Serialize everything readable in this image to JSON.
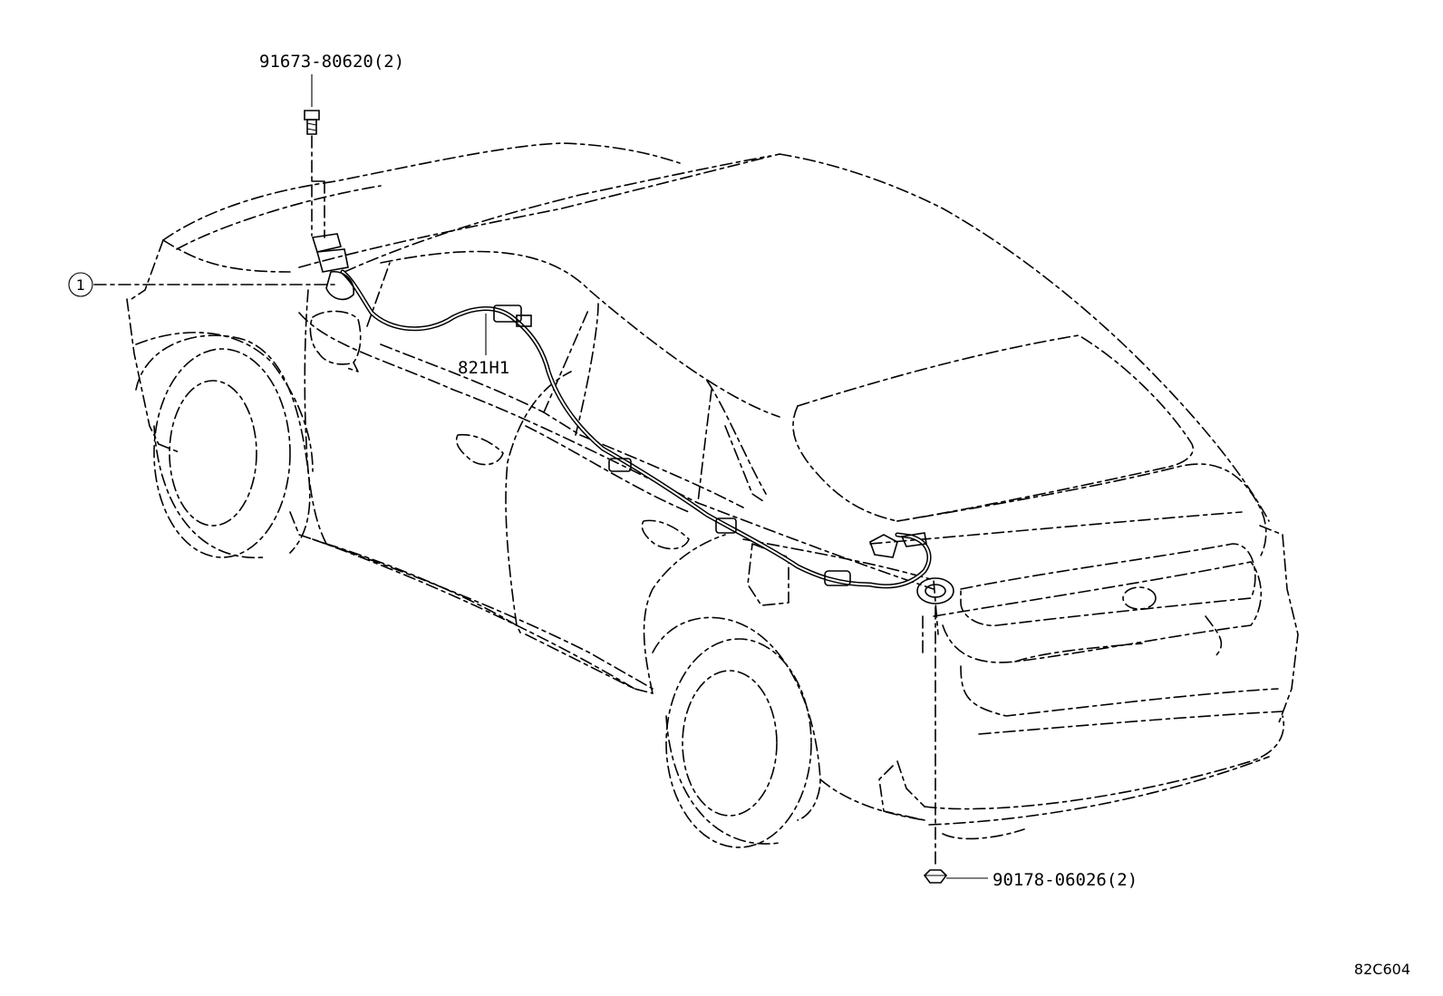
{
  "callouts": {
    "bolt_part": "91673-80620(2)",
    "harness_part": "821H1",
    "grommet_part": "90178-06026(2)",
    "index_marker": "1"
  },
  "figure_code": "82C604"
}
